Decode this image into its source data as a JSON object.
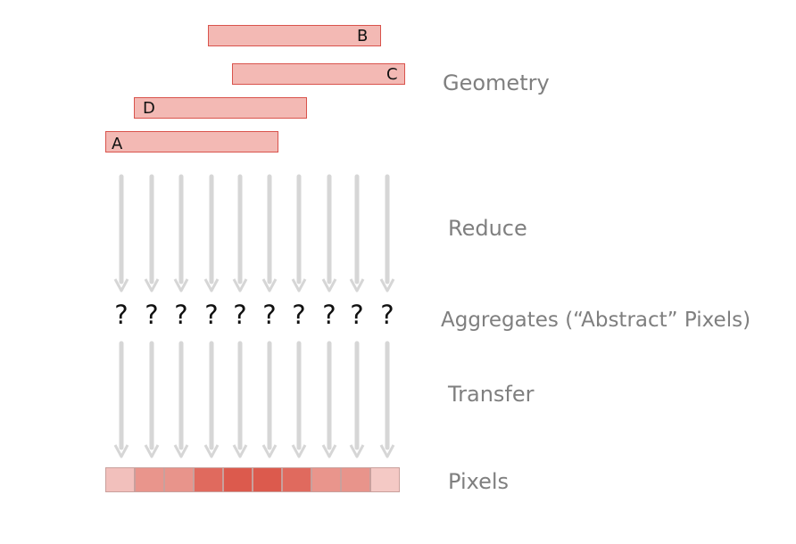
{
  "geometry": {
    "bars": [
      {
        "label": "B"
      },
      {
        "label": "C"
      },
      {
        "label": "D"
      },
      {
        "label": "A"
      }
    ]
  },
  "stages": {
    "geometry": "Geometry",
    "reduce": "Reduce",
    "aggregates": "Aggregates (“Abstract” Pixels)",
    "transfer": "Transfer",
    "pixels": "Pixels"
  },
  "aggregates": [
    "?",
    "?",
    "?",
    "?",
    "?",
    "?",
    "?",
    "?",
    "?",
    "?"
  ],
  "pixel_colors": [
    "#f2c0bc",
    "#e9958c",
    "#e8948b",
    "#e06a5e",
    "#dc5a4d",
    "#dc5a4d",
    "#e06a5e",
    "#e9958c",
    "#e8948b",
    "#f4c9c5"
  ],
  "colors": {
    "bar_fill": "#f3b9b4",
    "bar_border": "#d9534c",
    "arrow": "#d6d6d6",
    "label": "#7f7f7f"
  }
}
